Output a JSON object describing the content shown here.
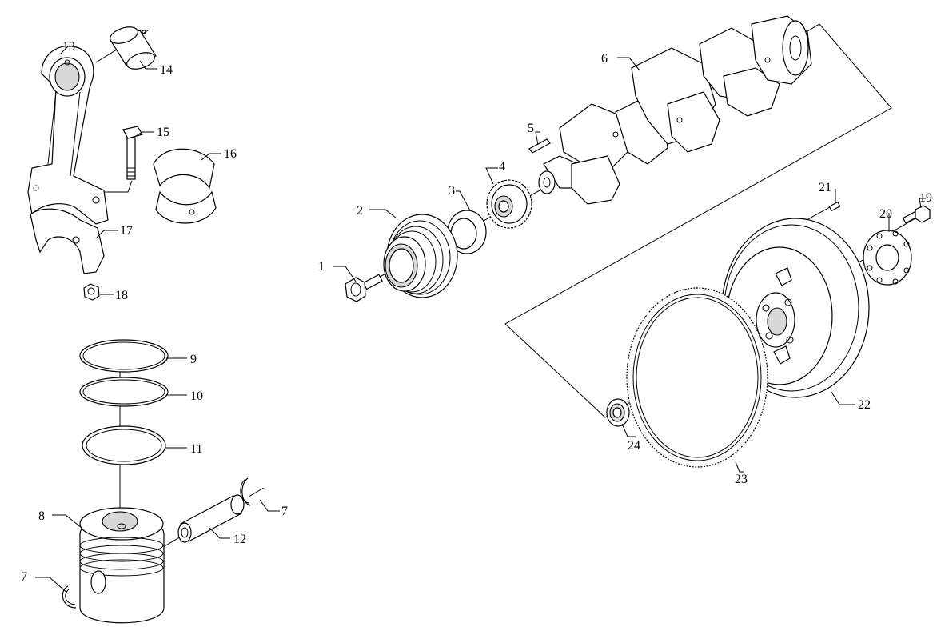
{
  "callouts": {
    "c1": "1",
    "c2": "2",
    "c3": "3",
    "c4": "4",
    "c5": "5",
    "c6": "6",
    "c7a": "7",
    "c7b": "7",
    "c8": "8",
    "c9": "9",
    "c10": "10",
    "c11": "11",
    "c12": "12",
    "c13": "13",
    "c14": "14",
    "c15": "15",
    "c16": "16",
    "c17": "17",
    "c18": "18",
    "c19": "19",
    "c20": "20",
    "c21": "21",
    "c22": "22",
    "c23": "23",
    "c24": "24"
  }
}
